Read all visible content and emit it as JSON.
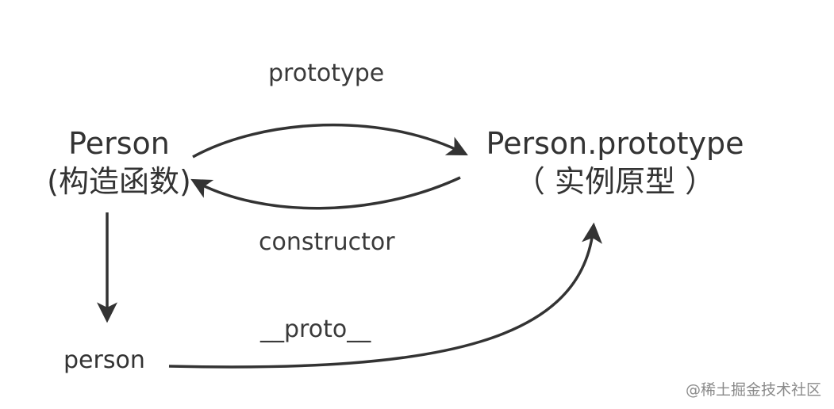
{
  "nodes": {
    "constructor": {
      "line1": "Person",
      "line2": "(构造函数)"
    },
    "prototype_object": {
      "line1": "Person.prototype",
      "line2": "（ 实例原型 ）"
    },
    "instance": {
      "label": "person"
    }
  },
  "edges": {
    "prototype": "prototype",
    "constructor": "constructor",
    "proto": "__proto__"
  },
  "watermark": "@稀土掘金技术社区",
  "colors": {
    "arrow": "#333333",
    "text": "#333333",
    "watermark": "#8a8a8a"
  }
}
